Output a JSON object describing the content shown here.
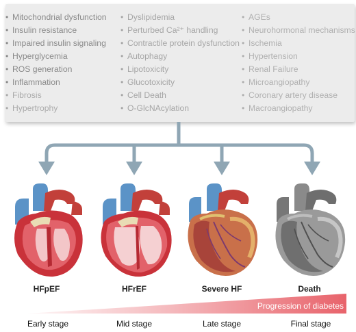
{
  "risk_factors": {
    "column_1": [
      {
        "text": "Mitochondrial dysfunction",
        "color": "#8a8a8a",
        "bullet": true
      },
      {
        "text": "Insulin resistance",
        "color": "#8a8a8a",
        "bullet": true
      },
      {
        "text": "Impaired insulin signaling",
        "color": "#8a8a8a",
        "bullet": true
      },
      {
        "text": "Hyperglycemia",
        "color": "#8a8a8a",
        "bullet": true
      },
      {
        "text": "ROS generation",
        "color": "#8a8a8a",
        "bullet": true
      },
      {
        "text": "Inflammation",
        "color": "#8a8a8a",
        "bullet": true
      },
      {
        "text": "Fibrosis",
        "color": "#ababab",
        "bullet": true
      },
      {
        "text": "Hypertrophy",
        "color": "#ababab",
        "bullet": true
      }
    ],
    "column_2": [
      {
        "text": "Dyslipidemia",
        "color": "#a6a6a6",
        "bullet": true
      },
      {
        "text": "Perturbed Ca²⁺ handling",
        "color": "#a6a6a6",
        "bullet": true
      },
      {
        "text": "Contractile protein dysfunction",
        "color": "#a6a6a6",
        "bullet": true
      },
      {
        "text": "Autophagy",
        "color": "#a6a6a6",
        "bullet": true
      },
      {
        "text": "Lipotoxicity",
        "color": "#a6a6a6",
        "bullet": true
      },
      {
        "text": "Glucotoxicity",
        "color": "#a6a6a6",
        "bullet": true
      },
      {
        "text": "Cell Death",
        "color": "#a6a6a6",
        "bullet": true
      },
      {
        "text": "O-GlcNAcylation",
        "color": "#a6a6a6",
        "bullet": true
      }
    ],
    "column_3": [
      {
        "text": "AGEs",
        "color": "#b0b0b0",
        "bullet": true
      },
      {
        "text": "Neurohormonal mechanisms",
        "color": "#b0b0b0",
        "bullet": true
      },
      {
        "text": "Ischemia",
        "color": "#b0b0b0",
        "bullet": true
      },
      {
        "text": "Hypertension",
        "color": "#b0b0b0",
        "bullet": true
      },
      {
        "text": "Renal Failure",
        "color": "#b0b0b0",
        "bullet": true
      },
      {
        "text": "Microangiopathy",
        "color": "#b0b0b0",
        "bullet": true
      },
      {
        "text": "Coronary artery disease",
        "color": "#b0b0b0",
        "bullet": true
      },
      {
        "text": "Macroangiopathy",
        "color": "#b0b0b0",
        "bullet": true
      }
    ]
  },
  "outcomes": [
    {
      "label": "HFpEF",
      "heart_style": "cutaway-thick-wall"
    },
    {
      "label": "HFrEF",
      "heart_style": "cutaway-dilated"
    },
    {
      "label": "Severe HF",
      "heart_style": "whole-heart-color"
    },
    {
      "label": "Death",
      "heart_style": "whole-heart-grayscale"
    }
  ],
  "progression": {
    "label": "Progression of diabetes",
    "color": "#e8636b"
  },
  "stages": [
    "Early stage",
    "Mid stage",
    "Late stage",
    "Final stage"
  ],
  "colors": {
    "arrow": "#8fa6b4",
    "box_background": "#ececec"
  }
}
